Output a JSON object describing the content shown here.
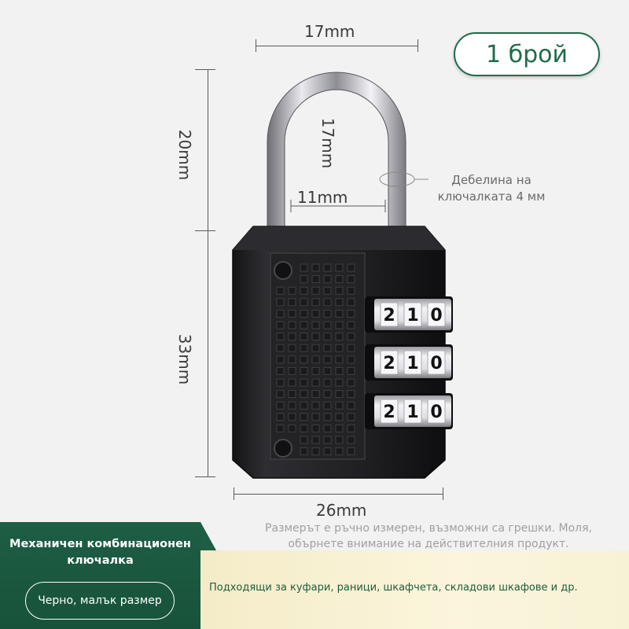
{
  "badge": {
    "quantity": "1 брой"
  },
  "dimensions": {
    "top_width": "17mm",
    "inner_height": "17mm",
    "inner_width": "11mm",
    "shackle_height": "20mm",
    "body_height": "33mm",
    "body_width": "26mm"
  },
  "shackle_note": "Дебелина на ключалката 4 мм",
  "disclaimer": "Размерът е ръчно измерен, възможни са грешки. Моля, обърнете внимание на действителния продукт.",
  "product": {
    "name": "Механичен комбинационен ключалка",
    "variant": "Черно, малък размер"
  },
  "usage": "Подходящи за куфари, раници, шкафчета, складови шкафове и др.",
  "dials": [
    {
      "digits": [
        "2",
        "1",
        "0"
      ]
    },
    {
      "digits": [
        "2",
        "1",
        "0"
      ]
    },
    {
      "digits": [
        "2",
        "1",
        "0"
      ]
    }
  ],
  "colors": {
    "brand_green": "#1b5a41",
    "lock_body": "#1c1c1e",
    "band_yellow": "#f6efd0"
  }
}
